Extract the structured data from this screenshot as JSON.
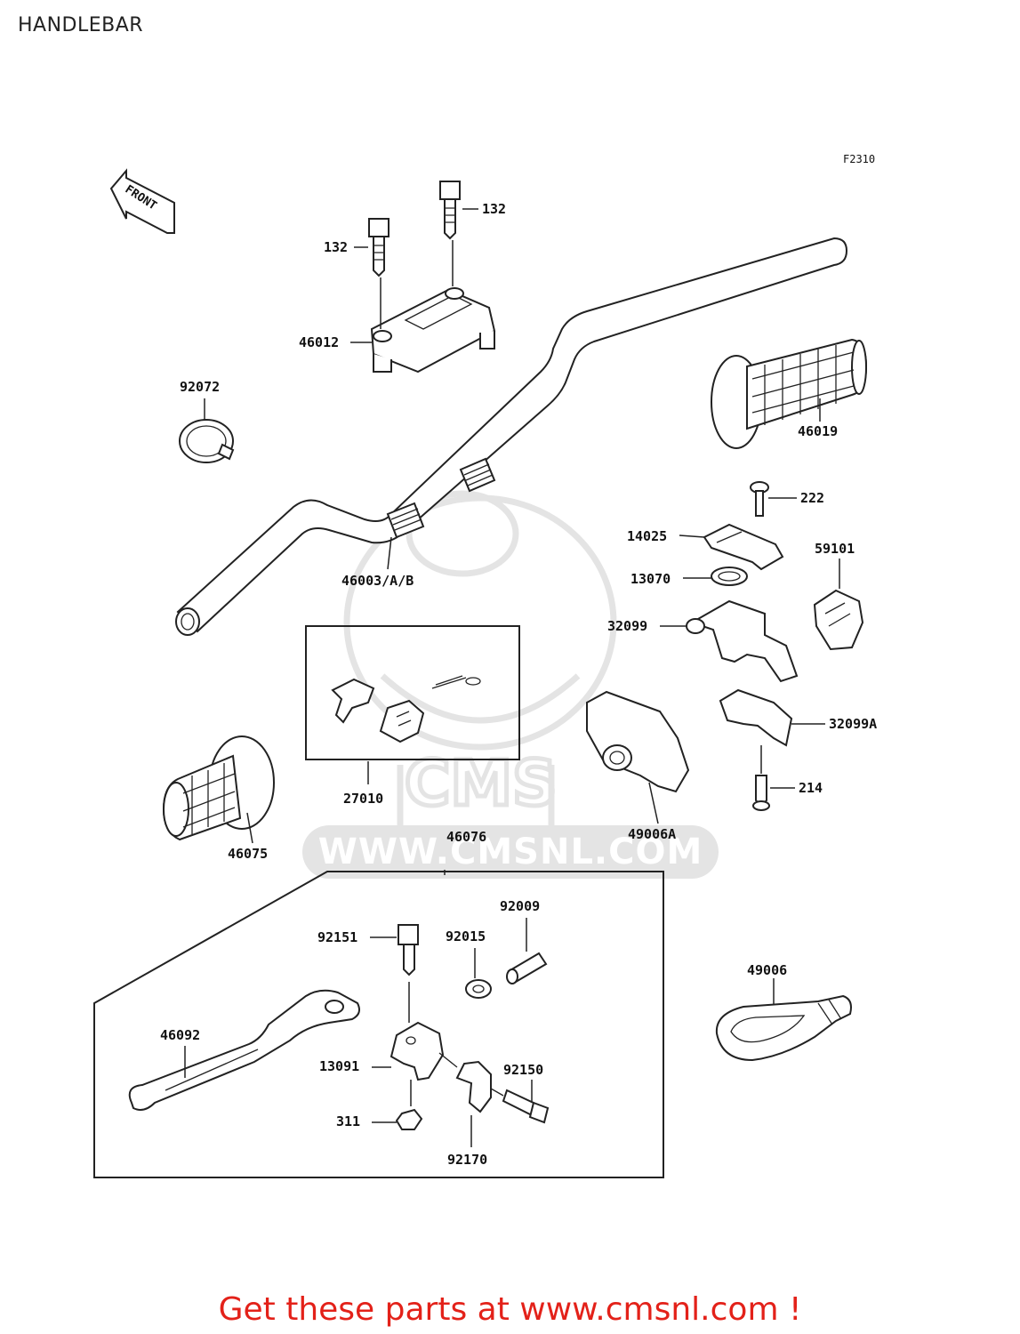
{
  "title": "HANDLEBAR",
  "figure_code": "F2310",
  "front_arrow_text": "FRONT",
  "watermark_text": "WWW.CMSNL.COM",
  "footer": "Get these parts at www.cmsnl.com !",
  "parts": {
    "p132a": "132",
    "p132b": "132",
    "p46012": "46012",
    "p92072": "92072",
    "p46019": "46019",
    "p222": "222",
    "p14025": "14025",
    "p59101": "59101",
    "p13070": "13070",
    "p46003": "46003/A/B",
    "p32099": "32099",
    "p32099A": "32099A",
    "p214": "214",
    "p27010": "27010",
    "p46075": "46075",
    "p49006A": "49006A",
    "p46076": "46076",
    "p92009": "92009",
    "p92151": "92151",
    "p92015": "92015",
    "p49006": "49006",
    "p46092": "46092",
    "p13091": "13091",
    "p92150": "92150",
    "p311": "311",
    "p92170": "92170"
  }
}
